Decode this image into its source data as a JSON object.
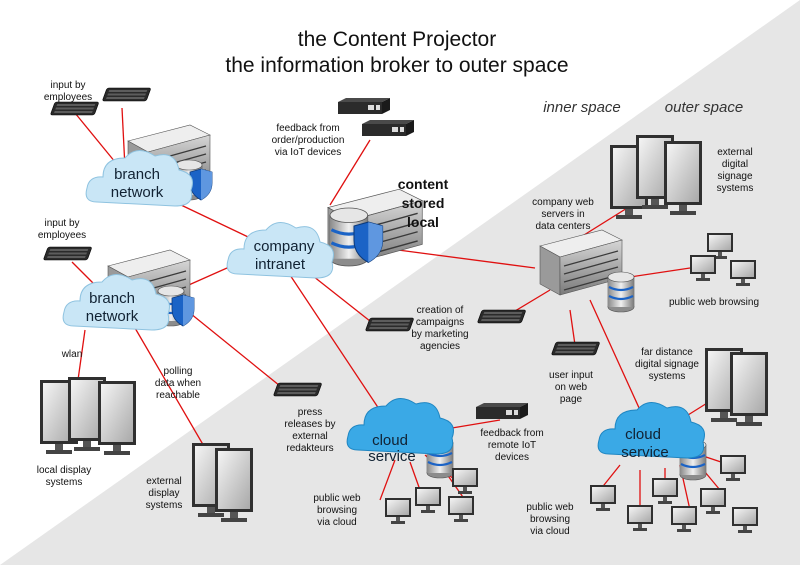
{
  "title": {
    "line1": "the Content Projector",
    "line2": "the information broker to outer space"
  },
  "zones": {
    "inner": "inner space",
    "outer": "outer space"
  },
  "clouds": {
    "branch_top": [
      "branch",
      "network"
    ],
    "branch_bottom": [
      "branch",
      "network"
    ],
    "intranet": [
      "company",
      "intranet"
    ],
    "cloud_left": [
      "cloud",
      "service"
    ],
    "cloud_right": [
      "cloud",
      "service"
    ]
  },
  "labels": {
    "input_top": [
      "input by",
      "employees"
    ],
    "input_mid": [
      "input by",
      "employees"
    ],
    "feedback_iot": [
      "feedback from",
      "order/production",
      "via IoT devices"
    ],
    "content_stored": [
      "content",
      "stored",
      "local"
    ],
    "external_signage": [
      "external",
      "digital",
      "signage",
      "systems"
    ],
    "web_servers": [
      "company web",
      "servers in",
      "data centers"
    ],
    "public_web": [
      "public web browsing"
    ],
    "campaigns": [
      "creation of",
      "campaigns",
      "by marketing",
      "agencies"
    ],
    "wlan": [
      "wlan"
    ],
    "polling": [
      "polling",
      "data when",
      "reachable"
    ],
    "far_signage": [
      "far distance",
      "digital signage",
      "systems"
    ],
    "user_input": [
      "user input",
      "on web",
      "page"
    ],
    "press": [
      "press",
      "releases by",
      "external",
      "redakteurs"
    ],
    "feedback_remote": [
      "feedback from",
      "remote IoT",
      "devices"
    ],
    "local_display": [
      "local display",
      "systems"
    ],
    "external_display": [
      "external",
      "display",
      "systems"
    ],
    "public_cloud_left": [
      "public web",
      "browsing",
      "via cloud"
    ],
    "public_cloud_right": [
      "public web",
      "browsing",
      "via cloud"
    ]
  },
  "colors": {
    "link": "#e01010",
    "cloud_light": "#c9e6f6",
    "cloud_bright": "#3aa9e6",
    "outer_bg": "#e6e6e6",
    "shield": "#1b63c6"
  },
  "icons": [
    "keyboard-icon",
    "server-icon",
    "shield-icon",
    "database-icon",
    "monitor-icon",
    "iot-device-icon",
    "cloud-icon"
  ]
}
